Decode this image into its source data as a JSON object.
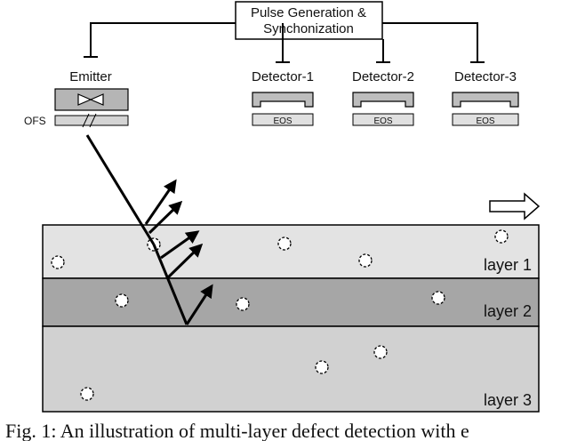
{
  "diagram": {
    "pulse_box_line1": "Pulse Generation &",
    "pulse_box_line2": "Synchonization",
    "emitter_label": "Emitter",
    "ofs_label": "OFS",
    "detectors": [
      {
        "label": "Detector-1",
        "sensor": "EOS"
      },
      {
        "label": "Detector-2",
        "sensor": "EOS"
      },
      {
        "label": "Detector-3",
        "sensor": "EOS"
      }
    ],
    "layers": [
      {
        "label": "layer 1",
        "fill": "#e3e3e3"
      },
      {
        "label": "layer 2",
        "fill": "#a6a6a6"
      },
      {
        "label": "layer 3",
        "fill": "#d1d1d1"
      }
    ],
    "caption": "Fig. 1: An illustration of multi-layer defect detection with e"
  }
}
